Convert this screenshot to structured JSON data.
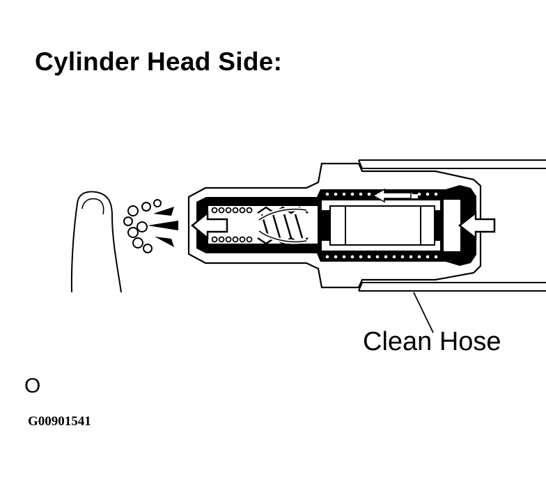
{
  "title": "Cylinder Head Side:",
  "callout": {
    "label": "Clean Hose"
  },
  "result_mark": "O",
  "figure_id": "G00901541",
  "icons": {
    "finger": "finger-icon",
    "air_puffs": "air-puff-icon",
    "pcv_valve": "pcv-valve-icon",
    "hose": "hose-icon",
    "inlet_arrow": "arrow-left-icon",
    "outlet_arrow": "arrow-left-icon"
  }
}
